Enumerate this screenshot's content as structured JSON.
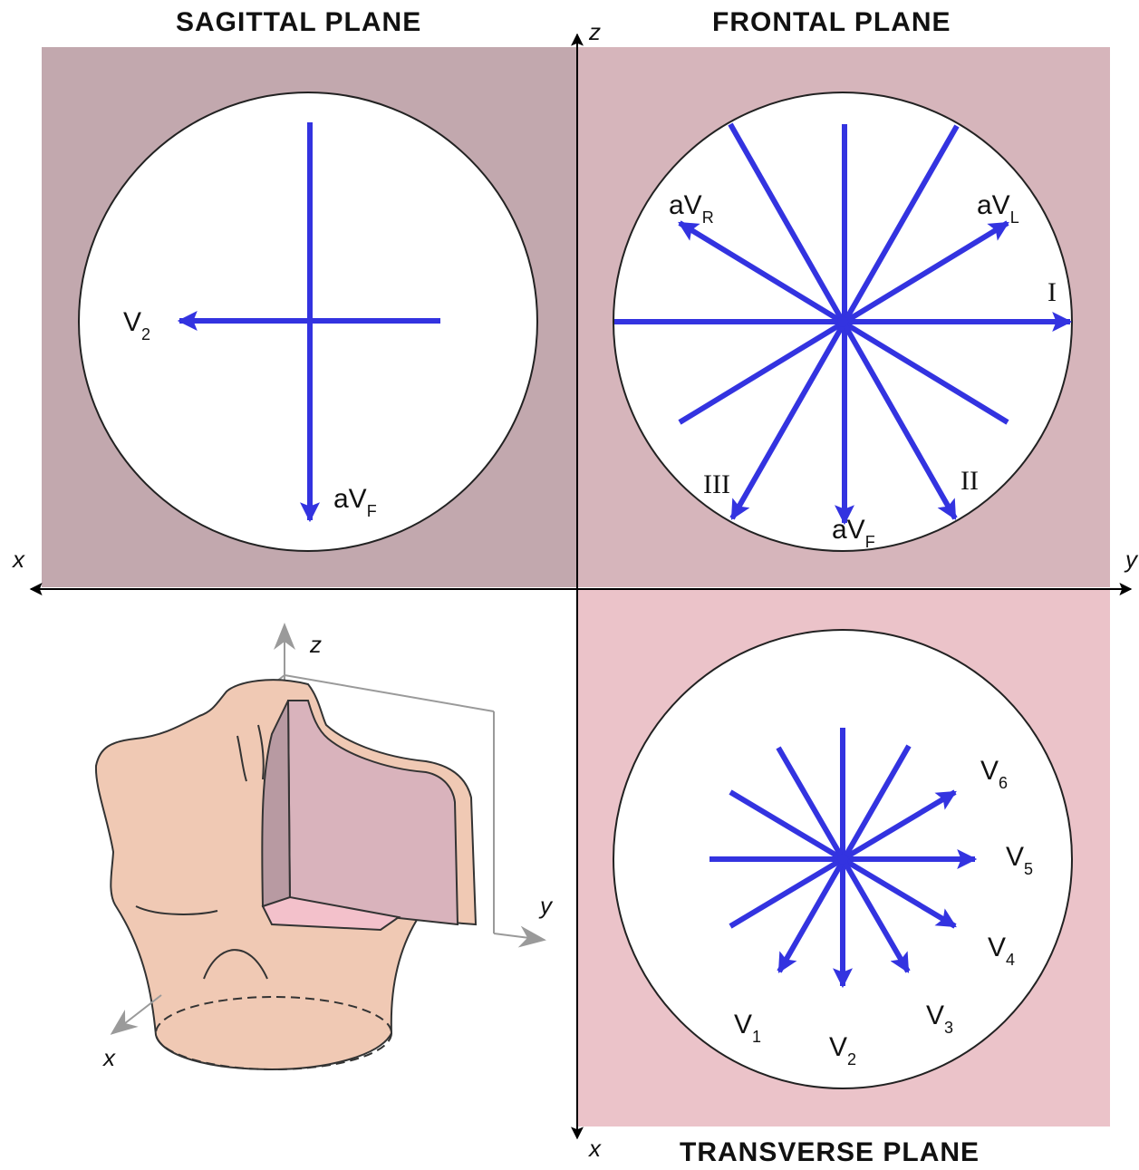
{
  "planes": {
    "sagittal": {
      "title": "SAGITTAL PLANE",
      "leads": [
        {
          "name": "V",
          "sub": "2"
        },
        {
          "name": "aV",
          "sub": "F"
        }
      ]
    },
    "frontal": {
      "title": "FRONTAL PLANE",
      "leads": [
        {
          "name": "aV",
          "sub": "R"
        },
        {
          "name": "aV",
          "sub": "L"
        },
        {
          "name": "I",
          "sub": ""
        },
        {
          "name": "II",
          "sub": ""
        },
        {
          "name": "III",
          "sub": ""
        },
        {
          "name": "aV",
          "sub": "F"
        }
      ]
    },
    "transverse": {
      "title": "TRANSVERSE PLANE",
      "leads": [
        {
          "name": "V",
          "sub": "1"
        },
        {
          "name": "V",
          "sub": "2"
        },
        {
          "name": "V",
          "sub": "3"
        },
        {
          "name": "V",
          "sub": "4"
        },
        {
          "name": "V",
          "sub": "5"
        },
        {
          "name": "V",
          "sub": "6"
        }
      ]
    }
  },
  "axes": {
    "x": "x",
    "y": "y",
    "z": "z"
  },
  "colors": {
    "sagittal_bg": "#c2a8ae",
    "frontal_bg": "#d6b5bb",
    "transverse_bg": "#ebc3c9",
    "lead_arrow": "#3333e0",
    "torso": "#f0c9b4",
    "torso_cut": "#d9b3bc"
  }
}
